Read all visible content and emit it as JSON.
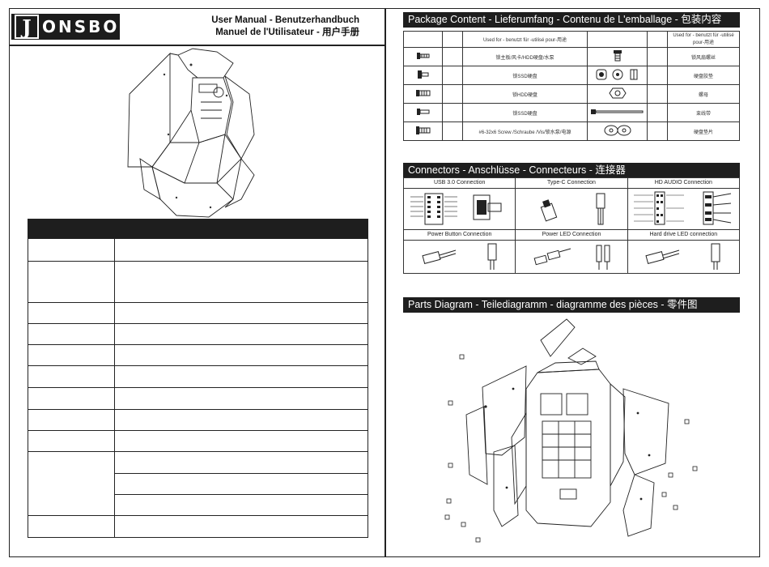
{
  "brand": {
    "logo_letter": "J",
    "logo_text": "ONSBO"
  },
  "manual": {
    "line1": "User Manual - Benutzerhandbuch",
    "line2": "Manuel de l'Utilisateur - 用户手册"
  },
  "spec_rows": 12,
  "package": {
    "title": "Package Content - Lieferumfang - Contenu de L'emballage - 包装内容",
    "header_left": "Used for - benutzt für -utilisé pour-用途",
    "header_right": "Used for - benutzt für -utilisé pour-用途",
    "rows": [
      {
        "left": "锁主板/风卡/HDD硬盘/水泵",
        "right": "锁风扇螺丝"
      },
      {
        "left": "锁SSD硬盘",
        "right": "硬盘胶垫"
      },
      {
        "left": "锁HDD硬盘",
        "right": "螺母"
      },
      {
        "left": "锁SSD硬盘",
        "right": "束线带"
      },
      {
        "left": "#6-32x6 Screw /Schraube /Vis/锁水泵/电源",
        "right": "硬盘垫片"
      }
    ]
  },
  "connectors": {
    "title": "Connectors - Anschlüsse - Connecteurs - 连接器",
    "labels": [
      "USB 3.0 Connection",
      "Type-C Connection",
      "HD AUDIO Connection",
      "Power Button Connection",
      "Power LED Connection",
      "Hard drive LED connection"
    ]
  },
  "parts": {
    "title": "Parts Diagram - Teilediagramm - diagramme des pièces - 零件图"
  }
}
